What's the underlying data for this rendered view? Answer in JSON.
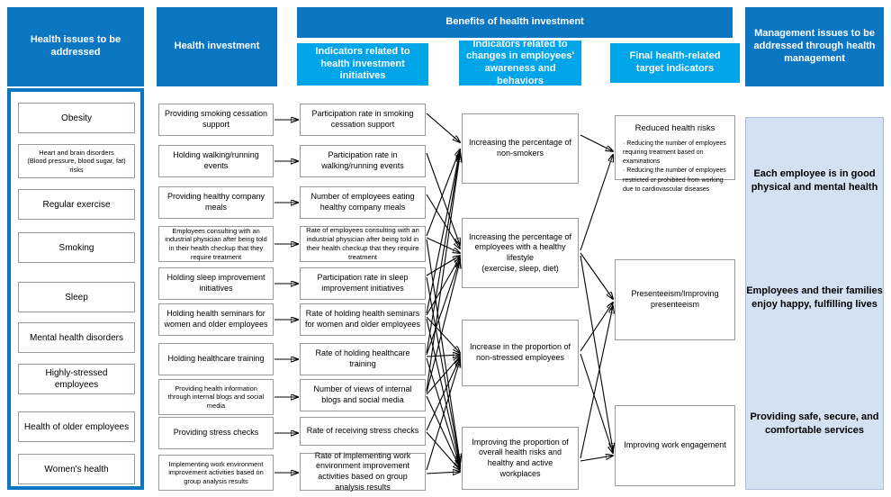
{
  "banners": {
    "issues": "Health issues to be addressed",
    "investment": "Health investment",
    "benefits": "Benefits of health investment",
    "indicators_initiatives": "Indicators related to health investment initiatives",
    "indicators_awareness": "Indicators related to changes in employees' awareness and behaviors",
    "final_targets": "Final health-related target indicators",
    "management": "Management issues to be addressed through health management"
  },
  "colors": {
    "banner_dark": "#0b76c2",
    "banner_light": "#00a5e8",
    "outcome_panel": "#d3e1f2",
    "box_border": "#9a9a9a",
    "arrow": "#000000"
  },
  "health_issues": [
    "Obesity",
    "Heart and brain disorders\n(Blood pressure, blood sugar, fat)\nrisks",
    "Regular exercise",
    "Smoking",
    "Sleep",
    "Mental health disorders",
    "Highly-stressed employees",
    "Health of older employees",
    "Women's health"
  ],
  "health_investments": [
    "Providing smoking cessation support",
    "Holding walking/running events",
    "Providing healthy company meals",
    "Employees consulting with an industrial physician after being told in their health checkup that they require treatment",
    "Holding sleep improvement initiatives",
    "Holding health seminars for women and older employees",
    "Holding healthcare training",
    "Providing health information through internal blogs and social media",
    "Providing stress checks",
    "Implementing work environment improvement activities based on group analysis results"
  ],
  "initiative_indicators": [
    "Participation rate in smoking cessation support",
    "Participation rate in walking/running events",
    "Number of employees eating healthy company meals",
    "Rate of employees consulting with an industrial physician after being told in their health checkup that they require treatment",
    "Participation rate in sleep improvement initiatives",
    "Rate of holding health seminars for women and older employees",
    "Rate of holding healthcare training",
    "Number of views of internal blogs and social media",
    "Rate of receiving stress checks",
    "Rate of implementing work environment improvement activities based on group analysis results"
  ],
  "awareness_indicators": [
    "Increasing the percentage of non-smokers",
    "Increasing the percentage of employees with a healthy lifestyle\n(exercise, sleep, diet)",
    "Increase in the proportion of non-stressed employees",
    "Improving the proportion of overall health risks and healthy and active workplaces"
  ],
  "final_targets": [
    {
      "title": "Reduced health risks",
      "bullets": [
        "· Reducing the number of employees requiring treatment based on examinations",
        "· Reducing the number of employees restricted or prohibited from working due to cardiovascular diseases"
      ]
    },
    {
      "title": "Presenteeism/Improving presenteeism",
      "bullets": []
    },
    {
      "title": "Improving work engagement",
      "bullets": []
    }
  ],
  "management_outcomes": [
    "Each employee is in good physical and mental health",
    "Employees and their families enjoy happy, fulfilling lives",
    "Providing safe, secure, and comfortable services"
  ]
}
